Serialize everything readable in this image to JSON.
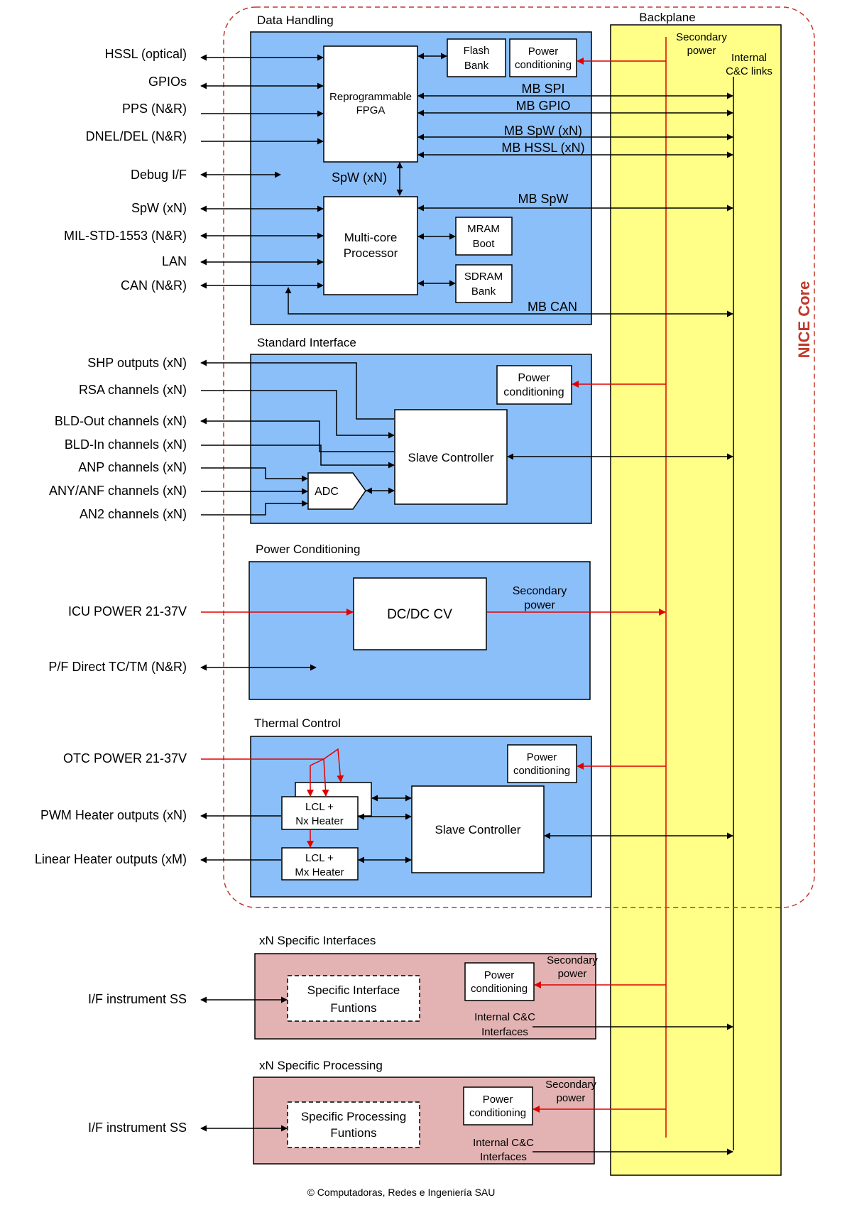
{
  "sections": {
    "data_handling": "Data Handling",
    "standard_interface": "Standard Interface",
    "power_conditioning": "Power Conditioning",
    "thermal_control": "Thermal Control",
    "specific_interfaces": "xN Specific Interfaces",
    "specific_processing": "xN Specific Processing"
  },
  "core_label": "NICE Core",
  "backplane": {
    "title": "Backplane",
    "secondary_power_l1": "Secondary",
    "secondary_power_l2": "power",
    "internal_links_l1": "Internal",
    "internal_links_l2": "C&C links"
  },
  "data_handling": {
    "signals": [
      "HSSL (optical)",
      "GPIOs",
      "PPS (N&R)",
      "DNEL/DEL (N&R)",
      "Debug I/F",
      "SpW (xN)",
      "MIL-STD-1553 (N&R)",
      "LAN",
      "CAN (N&R)"
    ],
    "fpga_l1": "Reprogrammable",
    "fpga_l2": "FPGA",
    "flash_l1": "Flash",
    "flash_l2": "Bank",
    "power_l1": "Power",
    "power_l2": "conditioning",
    "bus_links": [
      "MB SPI",
      "MB GPIO",
      "MB SpW (xN)",
      "MB HSSL (xN)",
      "MB SpW",
      "MB CAN"
    ],
    "spw_link": "SpW (xN)",
    "proc_l1": "Multi-core",
    "proc_l2": "Processor",
    "mram_l1": "MRAM",
    "mram_l2": "Boot",
    "sdram_l1": "SDRAM",
    "sdram_l2": "Bank"
  },
  "standard_interface": {
    "signals": [
      "SHP outputs (xN)",
      "RSA channels (xN)",
      "BLD-Out channels (xN)",
      "BLD-In channels (xN)",
      "ANP channels (xN)",
      "ANY/ANF channels (xN)",
      "AN2 channels (xN)"
    ],
    "power_l1": "Power",
    "power_l2": "conditioning",
    "slave": "Slave Controller",
    "adc": "ADC"
  },
  "power_conditioning": {
    "icu_power": "ICU POWER 21-37V",
    "pf_direct": "P/F Direct TC/TM (N&R)",
    "dcdc": "DC/DC CV",
    "secondary_l1": "Secondary",
    "secondary_l2": "power"
  },
  "thermal_control": {
    "otc_power": "OTC POWER 21-37V",
    "pwm": "PWM Heater outputs (xN)",
    "linear": "Linear Heater outputs (xM)",
    "lcl_nx_l1": "LCL +",
    "lcl_nx_l2": "Nx Heater",
    "lcl_mx_l1": "LCL +",
    "lcl_mx_l2": "Mx Heater",
    "slave": "Slave Controller",
    "power_l1": "Power",
    "power_l2": "conditioning"
  },
  "specific_interfaces": {
    "signal": "I/F instrument SS",
    "func_l1": "Specific Interface",
    "func_l2": "Funtions",
    "power_l1": "Power",
    "power_l2": "conditioning",
    "secondary_l1": "Secondary",
    "secondary_l2": "power",
    "internal_l1": "Internal C&C",
    "internal_l2": "Interfaces"
  },
  "specific_processing": {
    "signal": "I/F instrument SS",
    "func_l1": "Specific Processing",
    "func_l2": "Funtions",
    "power_l1": "Power",
    "power_l2": "conditioning",
    "secondary_l1": "Secondary",
    "secondary_l2": "power",
    "internal_l1": "Internal C&C",
    "internal_l2": "Interfaces"
  },
  "copyright": "© Computadoras, Redes e Ingeniería SAU",
  "colors": {
    "panel_blue": "#8bbff9",
    "panel_pink": "#e3b3b3",
    "backplane_yellow": "#ffff88",
    "power_red": "#e00000",
    "core_dashed": "#c0392b"
  }
}
